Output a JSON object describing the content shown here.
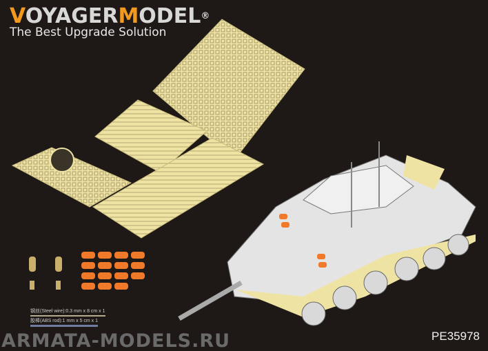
{
  "logo": {
    "first_letter": "V",
    "part1": "OYAGER",
    "accent2": "M",
    "part2": "ODEL",
    "registered": "®",
    "tagline": "The Best Upgrade Solution"
  },
  "notes": [
    "钢丝(Steel wire):0.3 mm x 8 cm x 1",
    "胶棒(ABS rod):1 mm x 5 cm x 1"
  ],
  "product_code": "PE35978",
  "watermark": "ARMATA-MODELS.RU",
  "colors": {
    "background": "#1e1916",
    "accent": "#f29a1f",
    "fret": "#efe3a4",
    "tubes": "#f07a2a"
  }
}
